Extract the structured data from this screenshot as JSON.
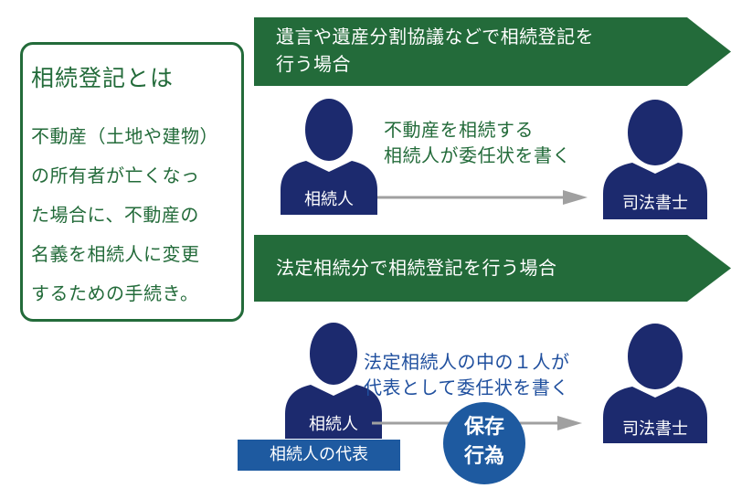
{
  "definition": {
    "title": "相続登記とは",
    "lines": [
      "不動産（土地や建物）",
      "の所有者が亡くなっ",
      "た場合に、不動産の",
      "名義を相続人に変更",
      "するための手続き。"
    ]
  },
  "scenario_1": {
    "banner_lines": [
      "遺言や遺産分割協議などで相続登記を",
      "行う場合"
    ],
    "from_label": "相続人",
    "to_label": "司法書士",
    "note_lines": [
      "不動産を相続する",
      "相続人が委任状を書く"
    ]
  },
  "scenario_2": {
    "banner_lines": [
      "法定相続分で相続登記を行う場合"
    ],
    "from_label": "相続人",
    "to_label": "司法書士",
    "note_lines": [
      "法定相続人の中の１人が",
      "代表として委任状を書く"
    ],
    "representative_label": "相続人の代表",
    "badge_lines": [
      "保存",
      "行為"
    ]
  },
  "colors": {
    "green": "#236b3a",
    "navy": "#1c2a6e",
    "blue": "#1e5aa0",
    "arrow": "#a0a0a0"
  }
}
